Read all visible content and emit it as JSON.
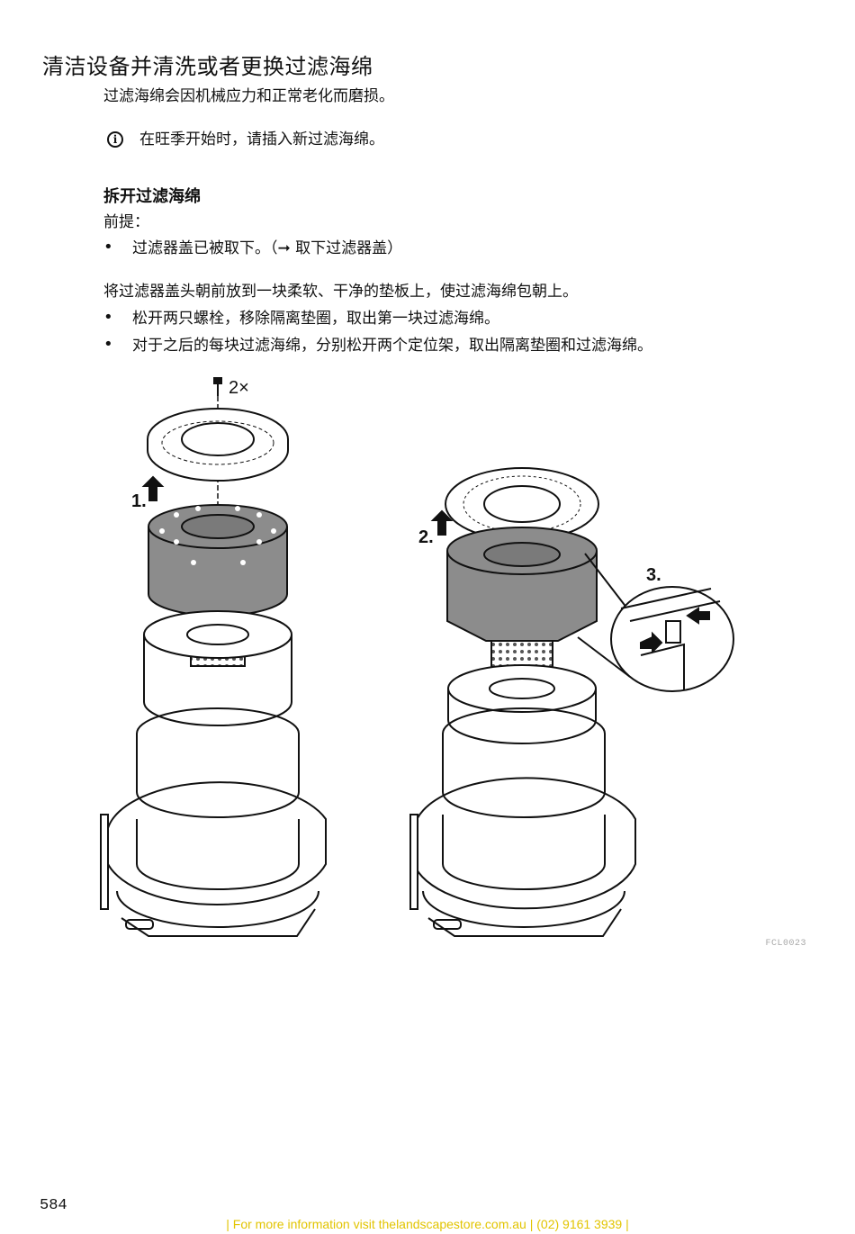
{
  "page": {
    "title": "清洁设备并清洗或者更换过滤海绵",
    "intro": "过滤海绵会因机械应力和正常老化而磨损。",
    "info": {
      "icon": "info-circle-icon",
      "text": "在旺季开始时，请插入新过滤海绵。"
    },
    "section": {
      "heading": "拆开过滤海绵",
      "prereq_label": "前提：",
      "prereq_item": "过滤器盖已被取下。（➞ 取下过滤器盖）",
      "instruction": "将过滤器盖头朝前放到一块柔软、干净的垫板上，使过滤海绵包朝上。",
      "steps": [
        "松开两只螺栓，移除隔离垫圈，取出第一块过滤海绵。",
        "对于之后的每块过滤海绵，分别松开两个定位架，取出隔离垫圈和过滤海绵。"
      ]
    },
    "figure": {
      "screw_count": "2×",
      "step1": "1.",
      "step2": "2.",
      "step3": "3.",
      "code": "FCL0023"
    },
    "page_number": "584",
    "footer": "| For more information visit thelandscapestore.com.au | (02) 9161 3939 |",
    "colors": {
      "sponge": "#8c8c8c",
      "line": "#111111",
      "footer": "#e2c400",
      "figure_code": "#a8a8a8"
    }
  }
}
